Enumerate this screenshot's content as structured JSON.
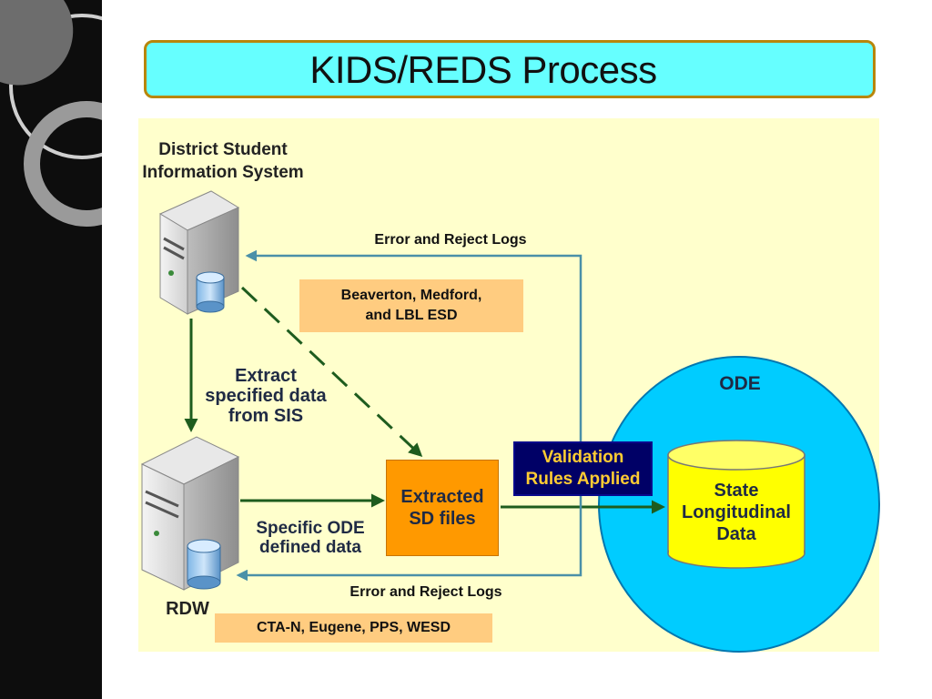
{
  "title": "KIDS/REDS Process",
  "nodes": {
    "sis_label": "District Student\nInformation System",
    "rdw_label": "RDW",
    "ode_label": "ODE",
    "extracted": "Extracted\nSD files",
    "validation": "Validation\nRules Applied",
    "state_data": "State\nLongitudinal\nData"
  },
  "edges": {
    "extract_label": "Extract\nspecified data\nfrom SIS",
    "specific_label": "Specific ODE\ndefined data",
    "error_top": "Error and Reject Logs",
    "error_bottom": "Error and Reject Logs"
  },
  "notes": {
    "top": "Beaverton, Medford,\nand LBL ESD",
    "bottom": "CTA-N, Eugene, PPS, WESD"
  },
  "colors": {
    "panel": "#ffffcc",
    "title_bg": "#66ffff",
    "title_border": "#b8860b",
    "ode_circle": "#00ccff",
    "cylinder": "#ffff00",
    "orange": "#ff9900",
    "note": "#ffcc80",
    "navy": "#000066",
    "arrow_green": "#1e5c1e",
    "arrow_teal": "#4a90a8"
  }
}
